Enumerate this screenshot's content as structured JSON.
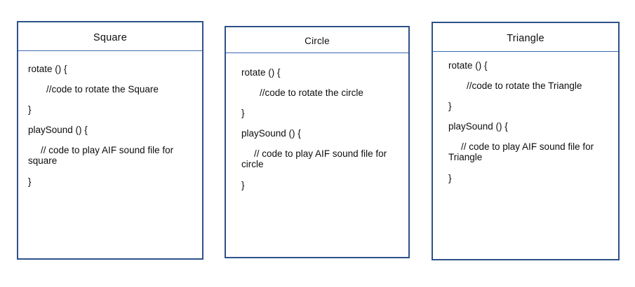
{
  "diagram": {
    "kind": "uml-class-diagram",
    "colors": {
      "box_border": "#2d5189",
      "header_divider": "#3a6bb0",
      "text": "#0d0d0d",
      "background": "#ffffff"
    },
    "classes": [
      {
        "id": "square",
        "title": "Square",
        "lines": [
          {
            "text": "rotate () {",
            "style": "flush"
          },
          {
            "text": "//code to rotate the Square",
            "style": "indent"
          },
          {
            "text": "}",
            "style": "flush"
          },
          {
            "text": "playSound () {",
            "style": "flush"
          },
          {
            "text": "// code to play AIF sound file for square",
            "style": "indent-sm"
          },
          {
            "text": "}",
            "style": "flush"
          }
        ]
      },
      {
        "id": "circle",
        "title": "Circle",
        "lines": [
          {
            "text": "rotate () {",
            "style": "flush"
          },
          {
            "text": "//code to rotate the circle",
            "style": "indent"
          },
          {
            "text": "}",
            "style": "flush"
          },
          {
            "text": "playSound () {",
            "style": "flush"
          },
          {
            "text": "// code to play AIF sound file for circle",
            "style": "indent-sm"
          },
          {
            "text": "}",
            "style": "flush"
          }
        ]
      },
      {
        "id": "triangle",
        "title": "Triangle",
        "lines": [
          {
            "text": "rotate () {",
            "style": "flush"
          },
          {
            "text": "//code to rotate the Triangle",
            "style": "indent"
          },
          {
            "text": "}",
            "style": "flush"
          },
          {
            "text": "playSound () {",
            "style": "flush"
          },
          {
            "text": "// code to play AIF sound file for Triangle",
            "style": "indent-sm"
          },
          {
            "text": "}",
            "style": "flush"
          }
        ]
      }
    ]
  }
}
